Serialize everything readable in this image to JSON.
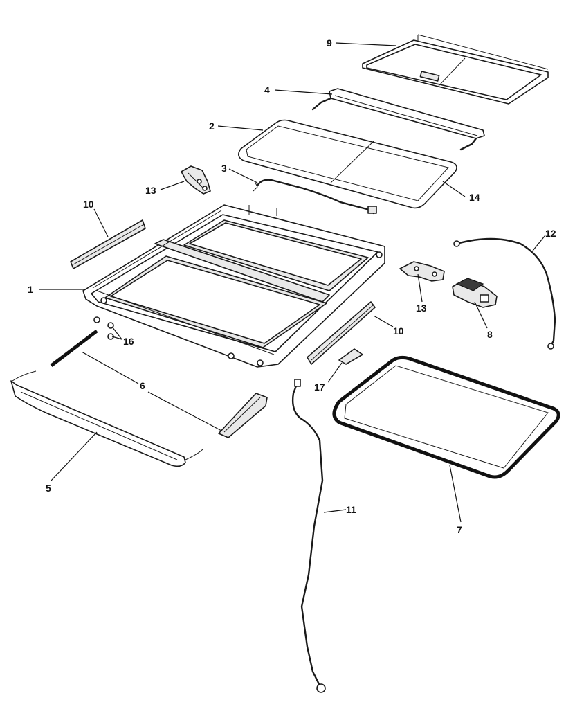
{
  "callouts": [
    {
      "id": "c9",
      "text": "9"
    },
    {
      "id": "c4",
      "text": "4"
    },
    {
      "id": "c2",
      "text": "2"
    },
    {
      "id": "c3",
      "text": "3"
    },
    {
      "id": "c13a",
      "text": "13"
    },
    {
      "id": "c14",
      "text": "14"
    },
    {
      "id": "c10a",
      "text": "10"
    },
    {
      "id": "c12",
      "text": "12"
    },
    {
      "id": "c1",
      "text": "1"
    },
    {
      "id": "c13b",
      "text": "13"
    },
    {
      "id": "c8",
      "text": "8"
    },
    {
      "id": "c10b",
      "text": "10"
    },
    {
      "id": "c16",
      "text": "16"
    },
    {
      "id": "c6",
      "text": "6"
    },
    {
      "id": "c17",
      "text": "17"
    },
    {
      "id": "c5",
      "text": "5"
    },
    {
      "id": "c11",
      "text": "11"
    },
    {
      "id": "c7",
      "text": "7"
    }
  ]
}
